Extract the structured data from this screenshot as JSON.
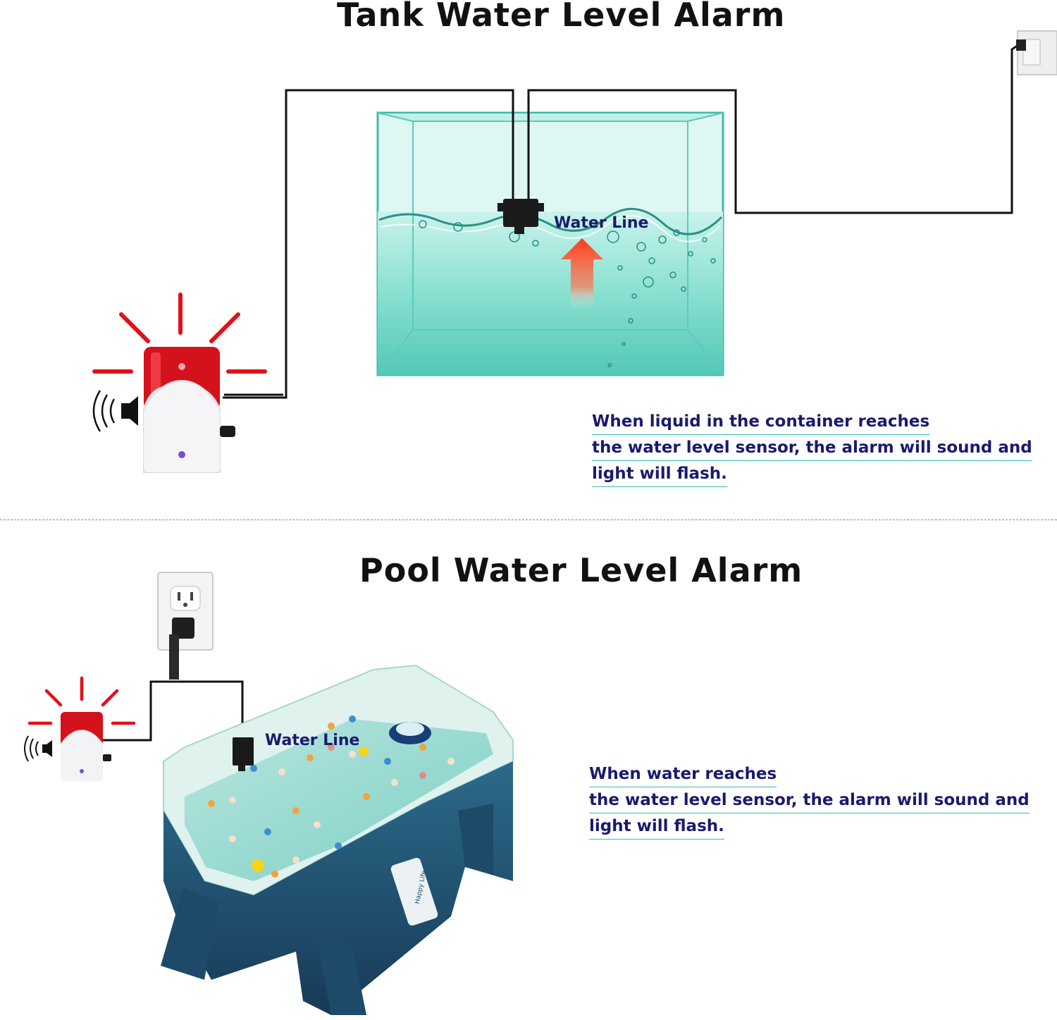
{
  "tank": {
    "title": "Tank Water Level Alarm",
    "water_line_label": "Water Line",
    "description": [
      "When liquid in the container reaches",
      "the water level sensor, the alarm will sound and",
      "light will flash."
    ]
  },
  "pool": {
    "title": "Pool Water Level Alarm",
    "water_line_label": "Water Line",
    "description": [
      "When water reaches",
      "the water level sensor, the alarm will sound and",
      "light will flash."
    ],
    "brand_text": "Happy Life"
  },
  "colors": {
    "alarm_red": "#e0111a",
    "tank_water": "#7fe0cf",
    "text_navy": "#1a1a6e",
    "underline_teal": "#33bfb0",
    "pool_blue": "#1f4d6e"
  },
  "icons": [
    "siren-alarm-icon",
    "speaker-icon",
    "water-sensor-icon",
    "wall-outlet-icon",
    "arrow-up-icon"
  ]
}
